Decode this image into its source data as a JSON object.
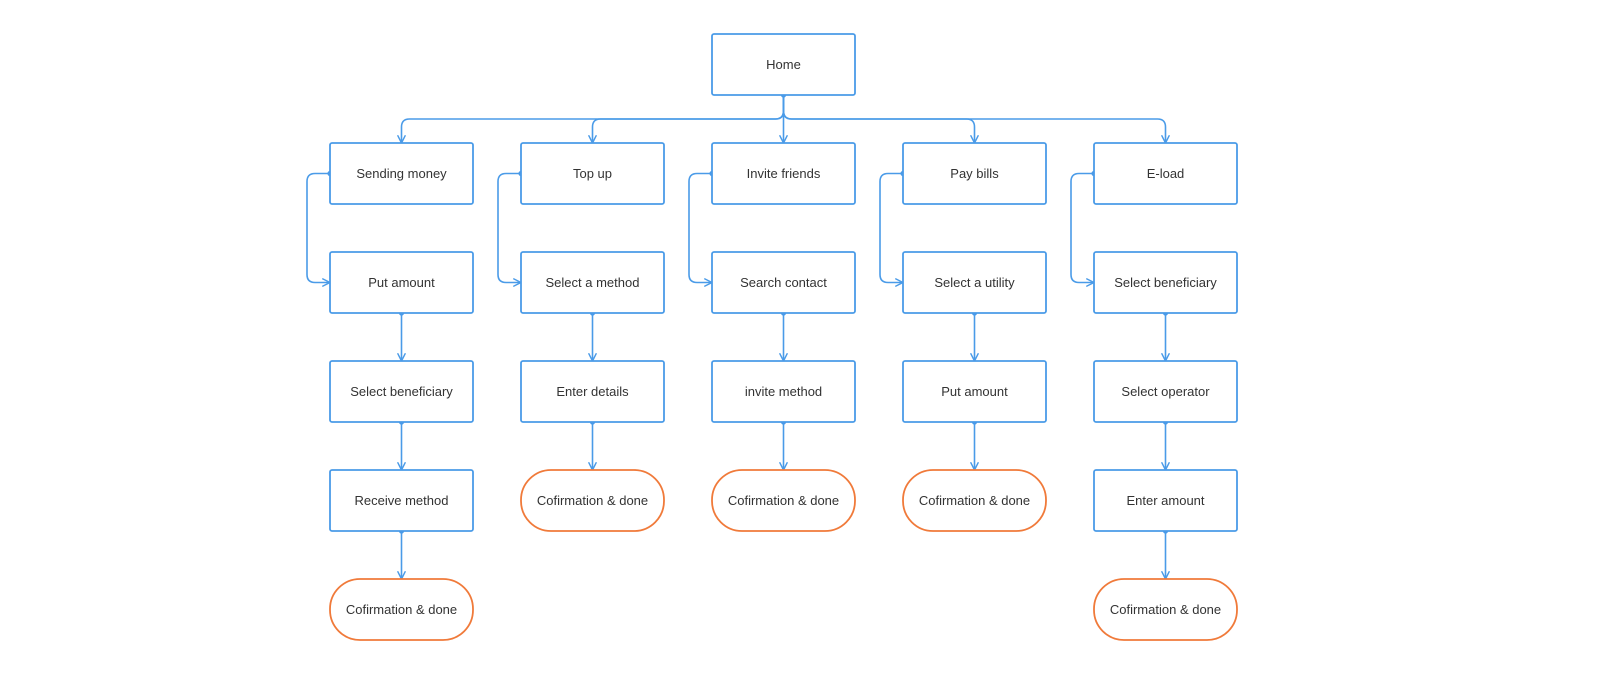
{
  "colors": {
    "process_stroke": "#4a9be8",
    "terminal_stroke": "#f07a3a",
    "connector": "#4a9be8",
    "text": "#333333",
    "background": "#ffffff"
  },
  "root": {
    "label": "Home"
  },
  "branches": [
    {
      "title": "Sending money",
      "steps": [
        "Put amount",
        "Select beneficiary",
        "Receive method"
      ],
      "terminal": "Cofirmation & done"
    },
    {
      "title": "Top up",
      "steps": [
        "Select a method",
        "Enter details"
      ],
      "terminal": "Cofirmation & done"
    },
    {
      "title": "Invite friends",
      "steps": [
        "Search contact",
        "invite method"
      ],
      "terminal": "Cofirmation & done"
    },
    {
      "title": "Pay bills",
      "steps": [
        "Select a utility",
        "Put amount"
      ],
      "terminal": "Cofirmation & done"
    },
    {
      "title": "E-load",
      "steps": [
        "Select beneficiary",
        "Select operator",
        "Enter amount"
      ],
      "terminal": "Cofirmation & done"
    }
  ]
}
